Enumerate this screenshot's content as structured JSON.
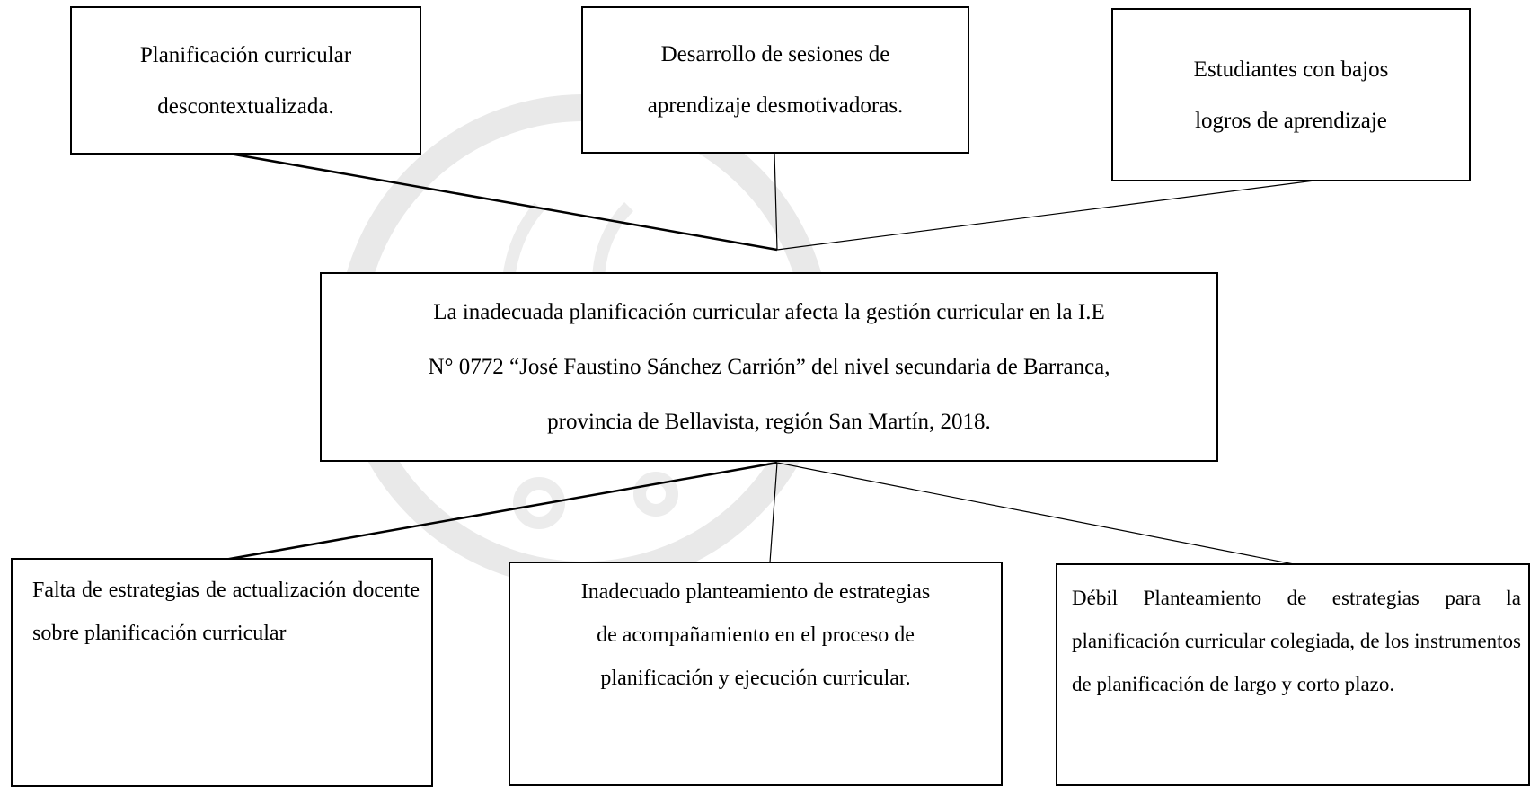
{
  "effects": [
    {
      "lines": [
        "Planificación curricular",
        "descontextualizada."
      ]
    },
    {
      "lines": [
        "Desarrollo de sesiones de",
        "aprendizaje desmotivadoras."
      ]
    },
    {
      "lines": [
        "Estudiantes con bajos",
        "logros de aprendizaje"
      ]
    }
  ],
  "problem": {
    "lines": [
      "La inadecuada planificación curricular afecta la gestión curricular en la I.E",
      "N° 0772 “José Faustino Sánchez Carrión” del nivel secundaria de Barranca,",
      "provincia de Bellavista, región San Martín, 2018."
    ]
  },
  "causes": [
    {
      "text": "Falta de estrategias de actualización docente sobre planificación curricular"
    },
    {
      "lines": [
        "Inadecuado planteamiento de estrategias",
        "de acompañamiento en el proceso de",
        "planificación y ejecución curricular."
      ]
    },
    {
      "text": "Débil Planteamiento de estrategias para la planificación curricular colegiada, de los instrumentos de planificación de largo y corto plazo."
    }
  ],
  "colors": {
    "border": "#000000",
    "watermark": "#e9e9e9"
  },
  "watermark_icons": [
    "university-seal-watermark"
  ]
}
